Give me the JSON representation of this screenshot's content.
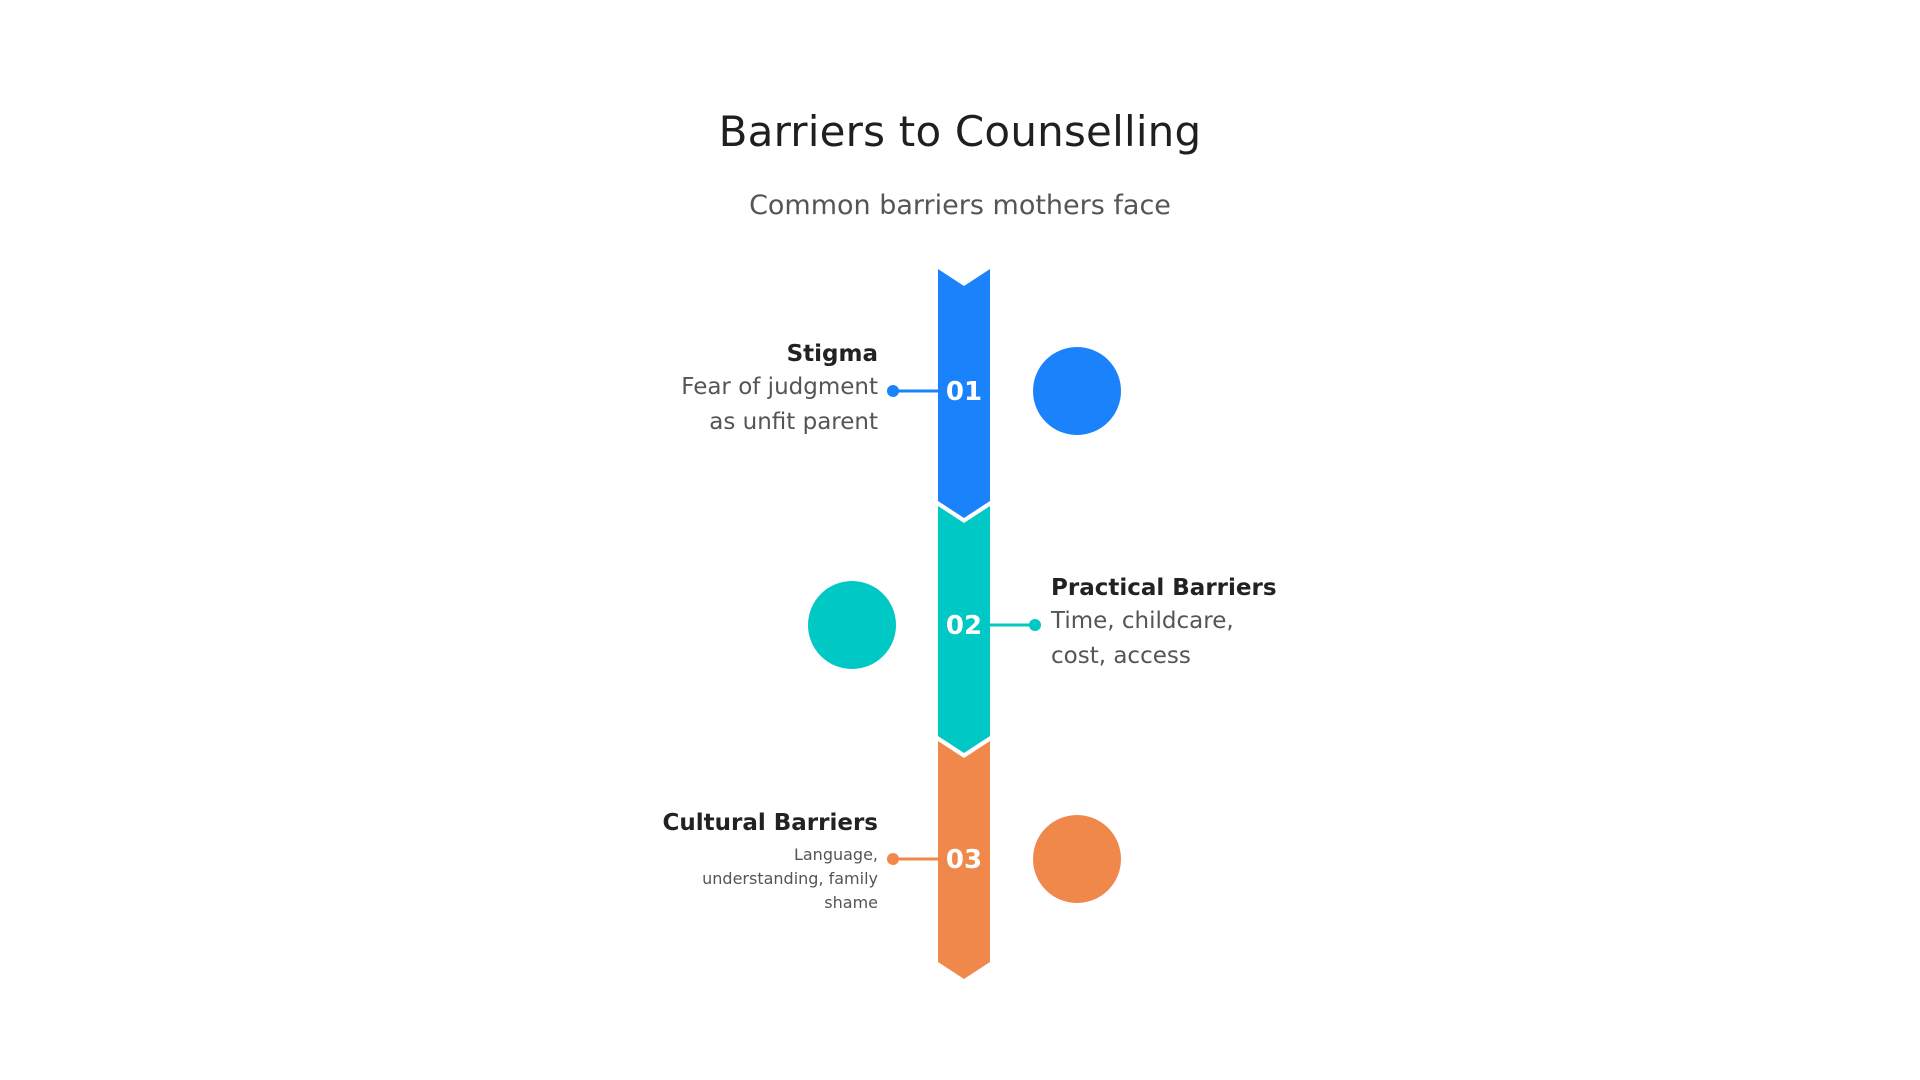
{
  "header": {
    "title": "Barriers to Counselling",
    "subtitle": "Common barriers mothers face"
  },
  "items": [
    {
      "number": "01",
      "title": "Stigma",
      "description": "Fear of judgment\nas unfit parent",
      "color": "#1a82fb",
      "side": "left"
    },
    {
      "number": "02",
      "title": "Practical Barriers",
      "description": "Time, childcare,\ncost, access",
      "color": "#00c8c5",
      "side": "right"
    },
    {
      "number": "03",
      "title": "Cultural Barriers",
      "description": "Language,\nunderstanding, family\nshame",
      "color": "#f0884c",
      "side": "left"
    }
  ]
}
